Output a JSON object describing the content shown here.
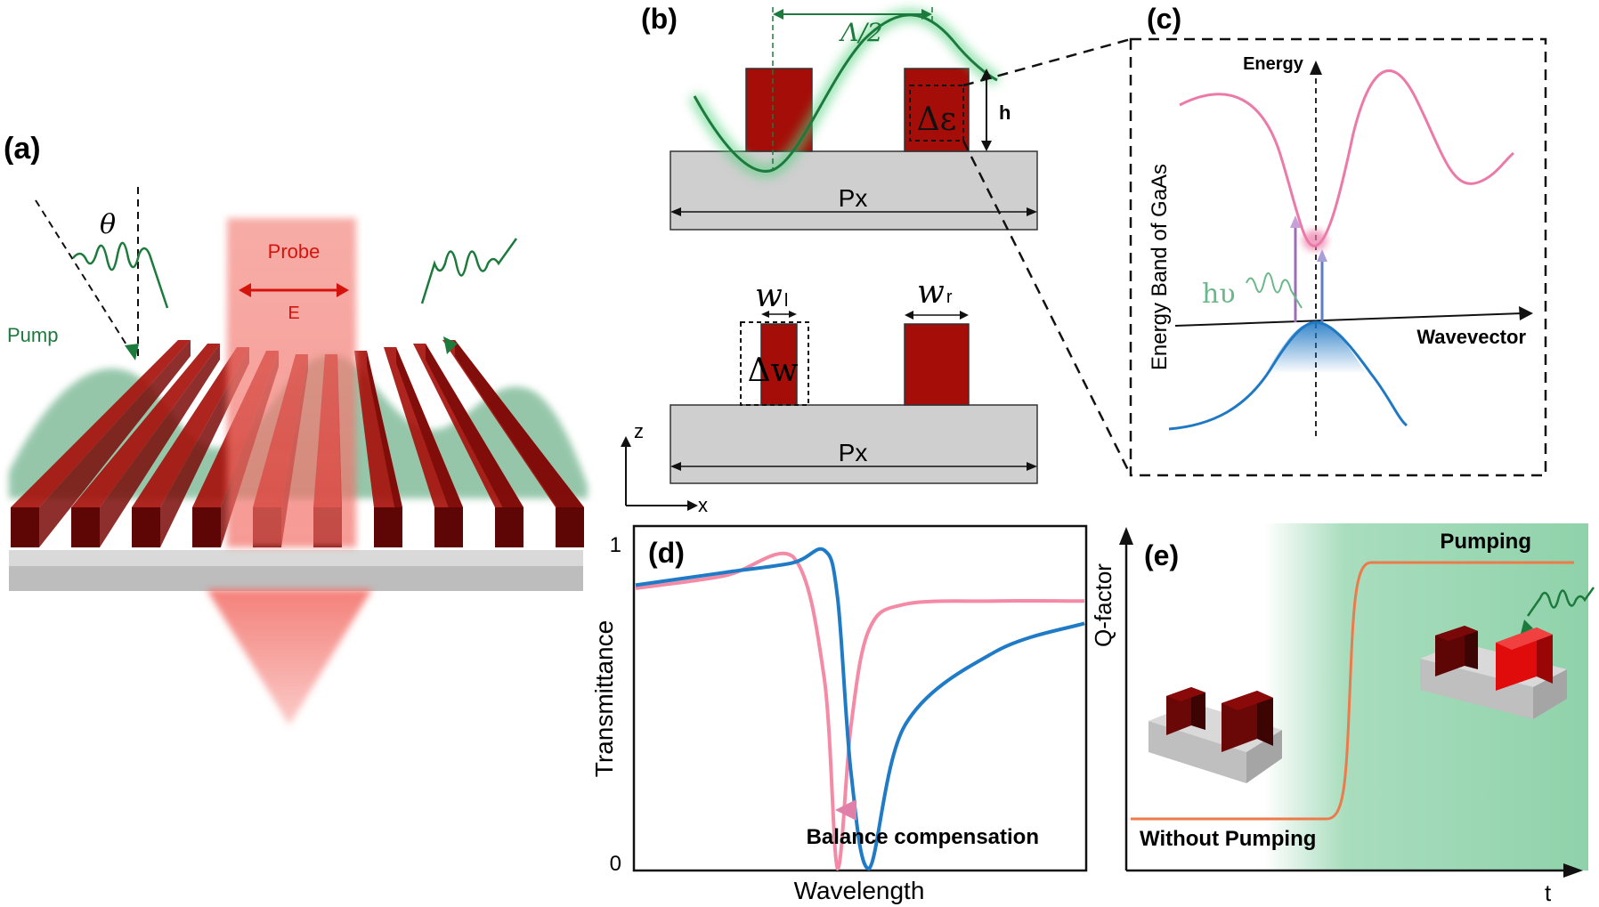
{
  "panels": {
    "a": {
      "label": "(a)",
      "theta": "θ",
      "probe": "Probe",
      "efield": "E",
      "pump": "Pump"
    },
    "b": {
      "label": "(b)",
      "period_half": "Λ/2",
      "h": "h",
      "delta_eps": "Δε",
      "px_top": "Px",
      "wl_base": "w",
      "wl_sub": "l",
      "wr_base": "w",
      "wr_sub": "r",
      "delta_w": "Δw",
      "px_bottom": "Px",
      "axis_z": "z",
      "axis_x": "x"
    },
    "c": {
      "label": "(c)",
      "energy": "Energy",
      "wavevector": "Wavevector",
      "ylabel": "Energy Band of GaAs",
      "photon": "hυ"
    },
    "d": {
      "label": "(d)",
      "ylabel": "Transmittance",
      "xlabel": "Wavelength",
      "tick_top": "1",
      "tick_bottom": "0",
      "annotation": "Balance compensation"
    },
    "e": {
      "label": "(e)",
      "ylabel": "Q-factor",
      "xlabel": "t",
      "pumping": "Pumping",
      "without": "Without Pumping"
    }
  },
  "colors": {
    "ridge": "#a50d08",
    "ridge_dark": "#5e0606",
    "substrate": "#cfcfcf",
    "pump_green": "#1c7a3c",
    "probe_red": "#f26a62",
    "band_pink": "#ec7aa8",
    "band_blue": "#1f78c4",
    "curve_blue": "#1f7bc6",
    "curve_pink": "#f48aa6",
    "q_curve": "#ec7a4a",
    "green_bg": "#9fd9b6"
  },
  "chart_data": {
    "type": "line",
    "title": "",
    "xlabel": "Wavelength",
    "ylabel": "Transmittance",
    "ylim": [
      0,
      1
    ],
    "x": [
      0.0,
      0.2,
      0.35,
      0.42,
      0.45,
      0.48,
      0.52,
      0.6,
      0.8,
      1.0
    ],
    "series": [
      {
        "values": [
          0.88,
          0.92,
          0.98,
          0.6,
          0.0,
          0.45,
          0.75,
          0.83,
          0.84,
          0.84
        ]
      },
      {
        "values": [
          0.89,
          0.93,
          0.96,
          1.0,
          0.85,
          0.3,
          0.0,
          0.45,
          0.68,
          0.77
        ]
      }
    ]
  }
}
